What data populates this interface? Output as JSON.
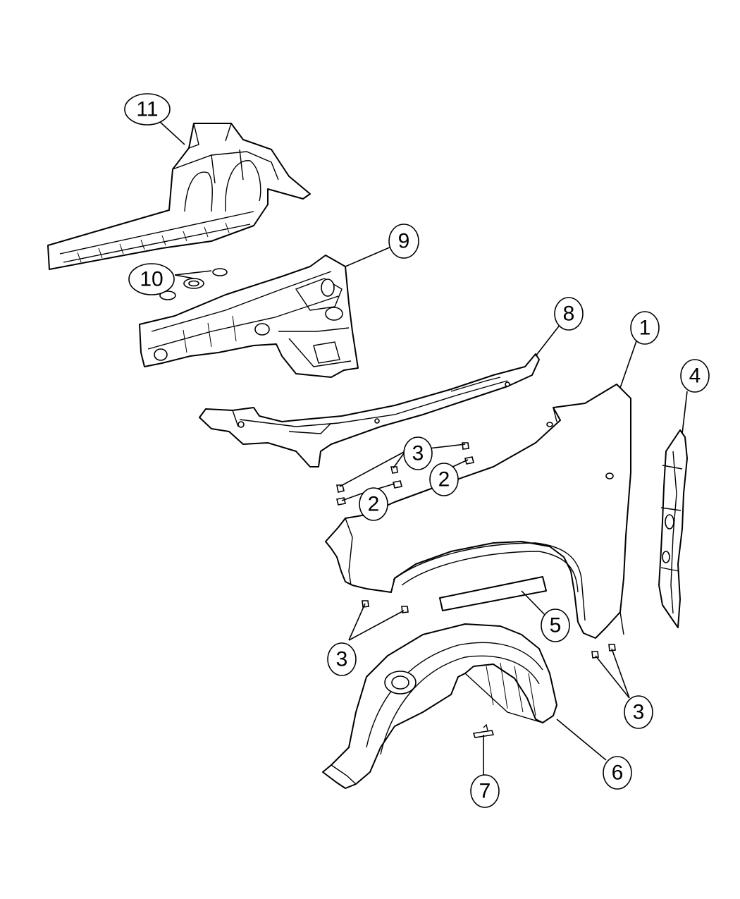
{
  "callouts": {
    "c1": "1",
    "c2a": "2",
    "c2b": "2",
    "c3a": "3",
    "c3b": "3",
    "c3c": "3",
    "c4": "4",
    "c5": "5",
    "c6": "6",
    "c7": "7",
    "c8": "8",
    "c9": "9",
    "c10": "10",
    "c11": "11"
  }
}
